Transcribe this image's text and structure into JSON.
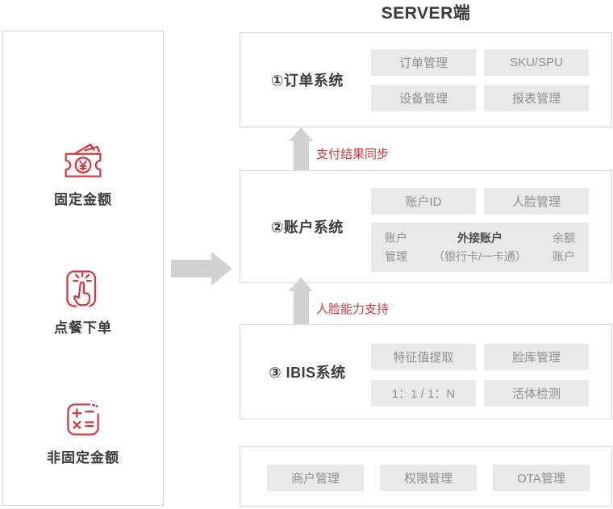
{
  "title": "SERVER端",
  "colors": {
    "accent_red": "#d4373d",
    "arrow_gray": "#d2d2d2",
    "box_border": "#dcdcdc",
    "chip_bg": "#e9e9e9",
    "chip_text": "#8f8f8f",
    "heading_text": "#3c3c3c"
  },
  "left_panel": {
    "items": [
      {
        "icon": "coupon-yen-icon",
        "label": "固定金额"
      },
      {
        "icon": "tap-order-icon",
        "label": "点餐下单"
      },
      {
        "icon": "calculator-icon",
        "label": "非固定金额"
      }
    ]
  },
  "sections": [
    {
      "title": "①订单系统",
      "buttons": [
        "订单管理",
        "SKU/SPU",
        "设备管理",
        "报表管理"
      ]
    },
    {
      "title": "②账户系统",
      "buttons": [
        "账户ID",
        "人脸管理"
      ],
      "account_box": {
        "col1_line1": "账户",
        "col1_line2": "管理",
        "col2_line1": "外接账户",
        "col2_line2": "（银行卡/一卡通）",
        "col3_line1": "余额",
        "col3_line2": "账户"
      }
    },
    {
      "title": "③ IBIS系统",
      "buttons": [
        "特征值提取",
        "脸库管理",
        "1：1 / 1：N",
        "活体检测"
      ]
    },
    {
      "title": "",
      "buttons": [
        "商户管理",
        "权限管理",
        "OTA管理"
      ]
    }
  ],
  "connectors": [
    {
      "label": "支付结果同步"
    },
    {
      "label": "人脸能力支持"
    }
  ]
}
